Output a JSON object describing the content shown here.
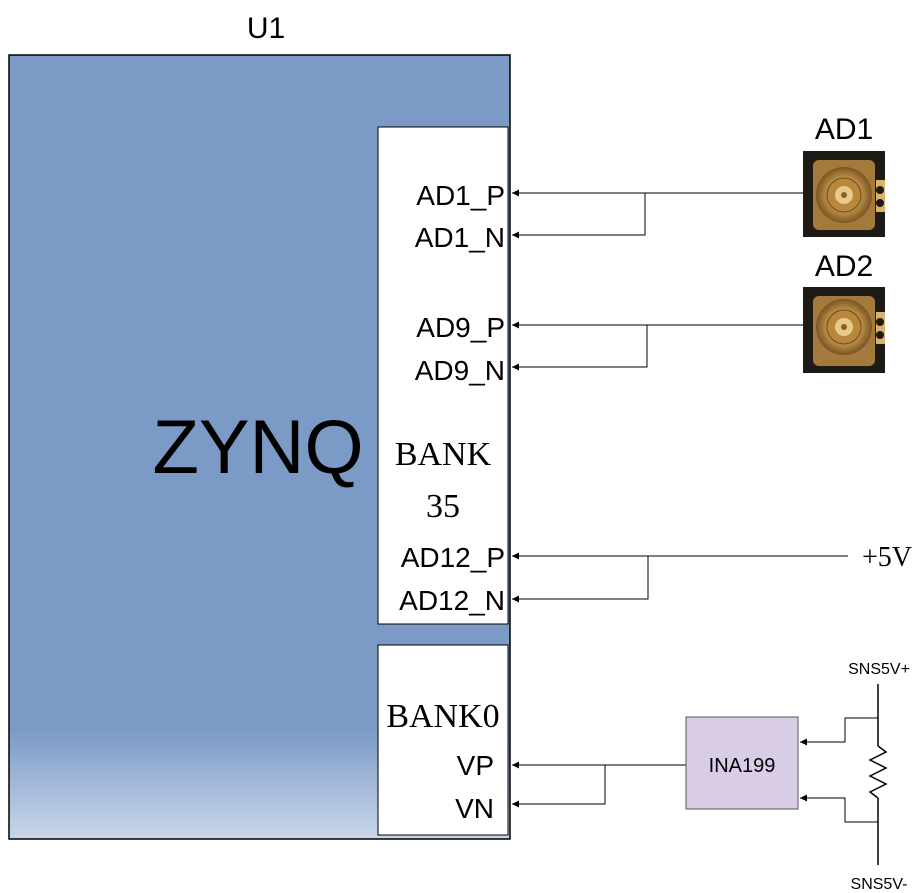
{
  "chip": {
    "ref": "U1",
    "name": "ZYNQ",
    "body_color": "#7b9ac6"
  },
  "bank35": {
    "label_line1": "BANK",
    "label_line2": "35",
    "pins": [
      "AD1_P",
      "AD1_N",
      "AD9_P",
      "AD9_N",
      "AD12_P",
      "AD12_N"
    ]
  },
  "bank0": {
    "label": "BANK0",
    "pins": [
      "VP",
      "VN"
    ]
  },
  "connectors": [
    {
      "label": "AD1"
    },
    {
      "label": "AD2"
    }
  ],
  "supply": {
    "label": "+5V"
  },
  "amplifier": {
    "label": "INA199",
    "color": "#d9cde6"
  },
  "sense": {
    "top_label": "SNS5V+",
    "bottom_label": "SNS5V-"
  }
}
